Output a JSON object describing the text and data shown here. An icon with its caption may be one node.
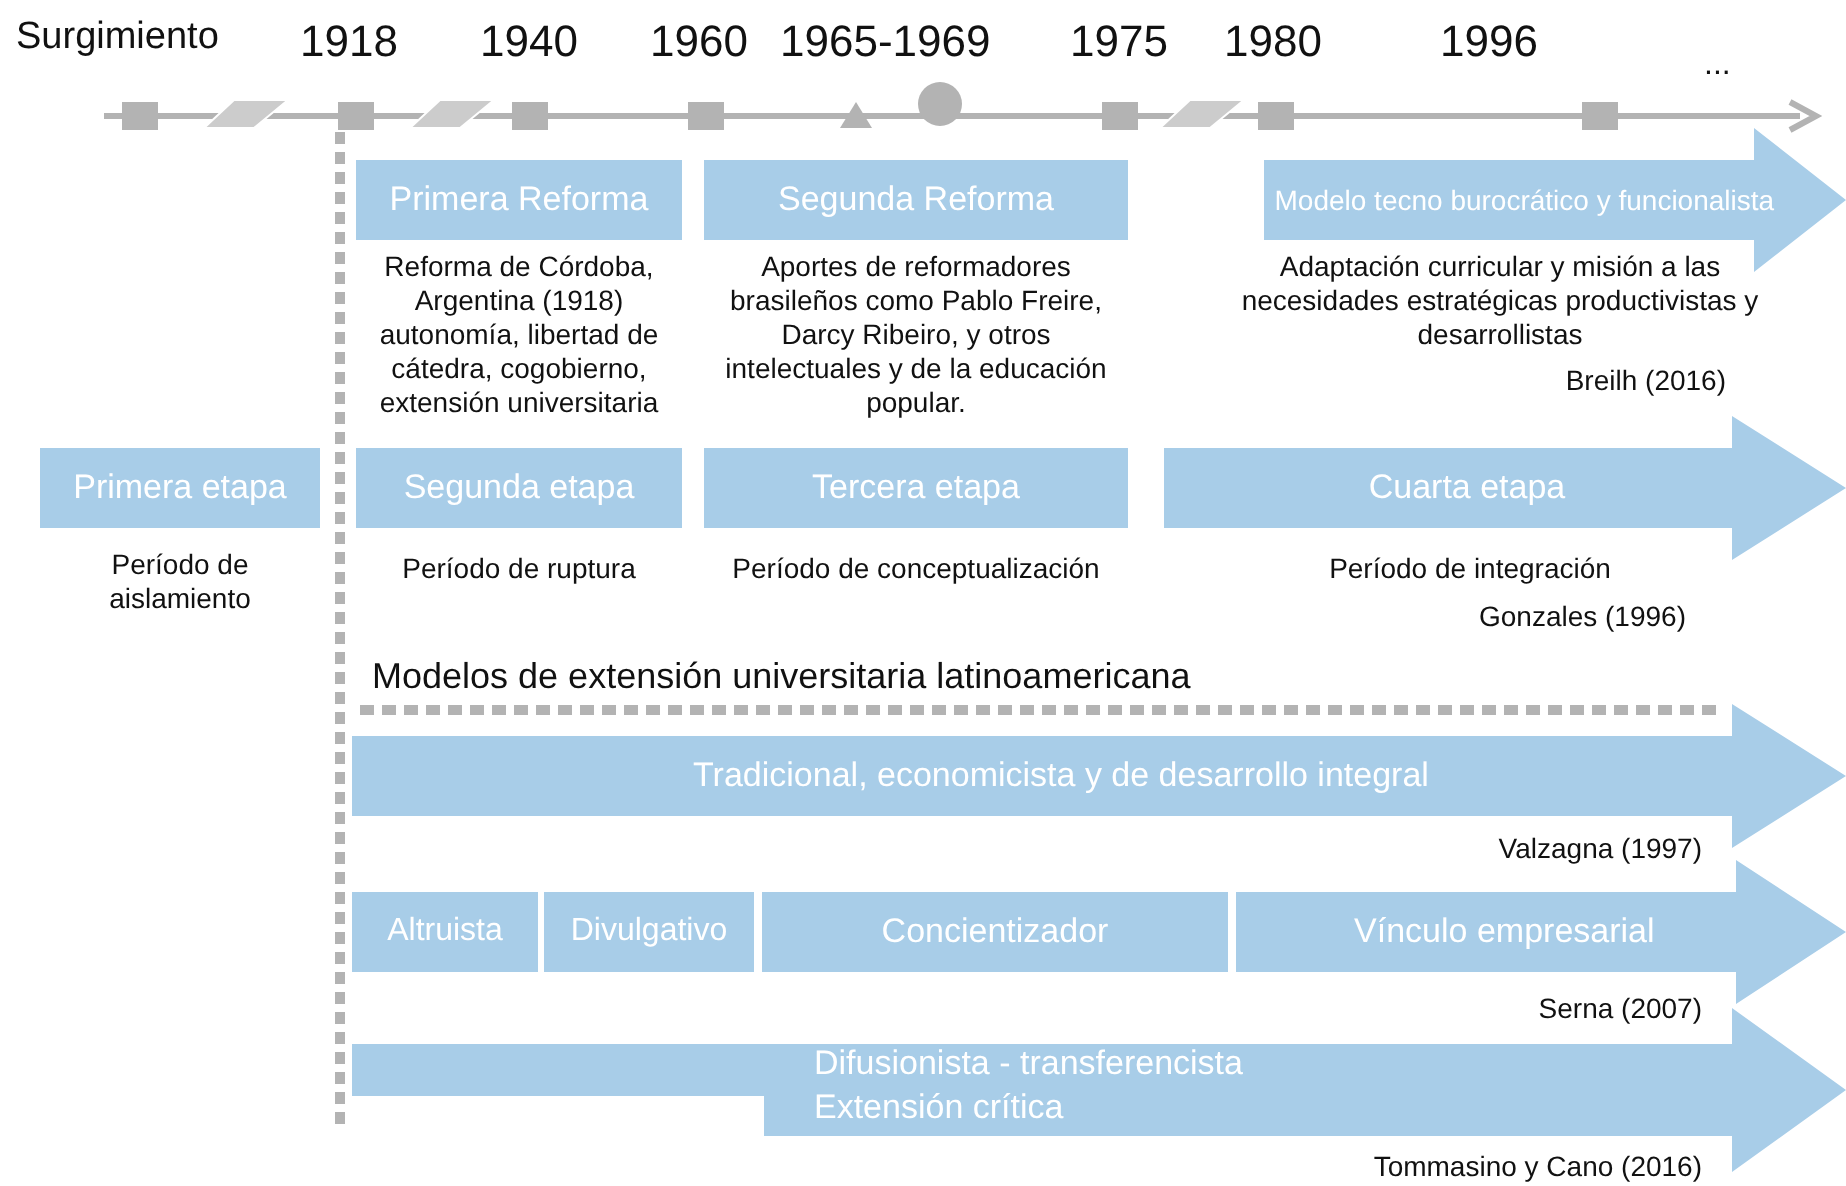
{
  "diagram": {
    "nodes": [
      {
        "text": [
          "Primera Reforma"
        ],
        "beside": [
          "Reforma de Córdoba, Argentina (1918) autonomía, libertad de cátedra, cogobierno, extensión universitaria"
        ]
      },
      {
        "text": [
          "Segunda Reforma"
        ],
        "beside": [
          "Aportes de reformadores brasileños como Pablo Freire, Darcy Ribeiro, y otros intelectuales y de la educación popular."
        ]
      },
      {
        "text": [
          "Modelo tecno burocrático y funcionalista"
        ],
        "beside": [
          "Adaptación curricular y misión a las necesidades estratégicas productivistas y desarrollistas"
        ]
      },
      {
        "text": [
          "Primera etapa"
        ],
        "beside": [
          "Período de aislamiento"
        ]
      },
      {
        "text": [
          "Segunda etapa"
        ],
        "beside": [
          "Período de ruptura"
        ]
      },
      {
        "text": [
          "Tercera etapa"
        ],
        "beside": [
          "Período de conceptualización"
        ]
      },
      {
        "text": [
          "Cuarta etapa"
        ],
        "beside": [
          "Período de integración"
        ]
      },
      {
        "text": [
          "Tradicional, economicista y de desarrollo integral"
        ]
      },
      {
        "text": [
          "Altruista"
        ]
      },
      {
        "text": [
          "Divulgativo"
        ]
      },
      {
        "text": [
          "Concientizador"
        ]
      },
      {
        "text": [
          "Vínculo empresarial"
        ]
      },
      {
        "text": [
          "Difusionista - transferencista",
          "Extensión crítica"
        ]
      }
    ],
    "edges": [],
    "labels": [
      "Surgimiento",
      "1918",
      "1940",
      "1960",
      "1965-1969",
      "1975",
      "1980",
      "1996",
      "...",
      "Breilh (2016)",
      "Gonzales (1996)",
      "Modelos de extensión universitaria latinoamericana",
      "Valzagna (1997)",
      "Serna (2007)",
      "Tommasino y Cano (2016)"
    ]
  }
}
